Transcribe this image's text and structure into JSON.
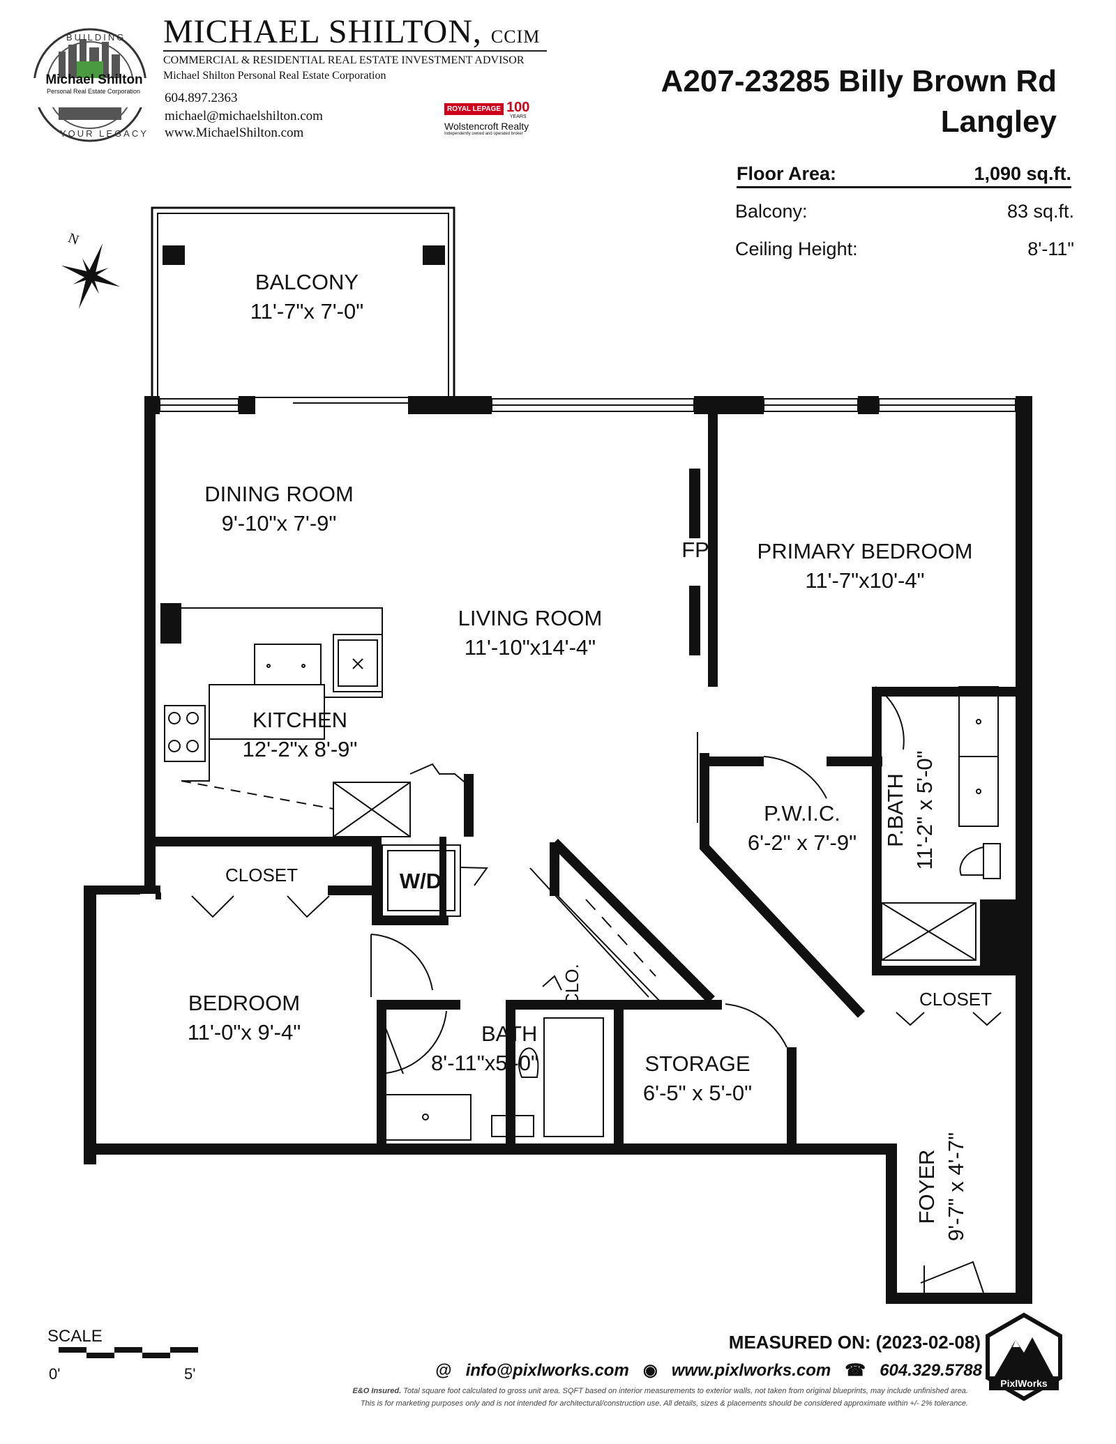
{
  "agent": {
    "name": "MICHAEL SHILTON,",
    "designation": "CCIM",
    "title": "COMMERCIAL & RESIDENTIAL REAL ESTATE INVESTMENT ADVISOR",
    "corporation": "Michael Shilton Personal Real Estate Corporation",
    "phone": "604.897.2363",
    "email": "michael@michaelshilton.com",
    "website": "www.MichaelShilton.com"
  },
  "logo": {
    "ring_top": "BUILDING",
    "name": "Michael Shilton",
    "subtitle": "Personal Real Estate Corporation",
    "ring_bottom": "YOUR LEGACY"
  },
  "brokerage": {
    "brand": "ROYAL LEPAGE",
    "badge_number": "100",
    "badge_text": "YEARS",
    "office": "Wolstencroft Realty",
    "note": "Independently owned and operated broker"
  },
  "property": {
    "address_line1": "A207-23285 Billy Brown Rd",
    "address_line2": "Langley"
  },
  "stats": [
    {
      "label": "Floor Area:",
      "value": "1,090 sq.ft."
    },
    {
      "label": "Balcony:",
      "value": "83 sq.ft."
    },
    {
      "label": "Ceiling Height:",
      "value": "8'-11\""
    }
  ],
  "compass": {
    "label": "N"
  },
  "rooms": {
    "balcony": {
      "name": "BALCONY",
      "dims": "11'-7\"x 7'-0\""
    },
    "dining": {
      "name": "DINING ROOM",
      "dims": "9'-10\"x 7'-9\""
    },
    "living": {
      "name": "LIVING ROOM",
      "dims": "11'-10\"x14'-4\""
    },
    "primary": {
      "name": "PRIMARY BEDROOM",
      "dims": "11'-7\"x10'-4\""
    },
    "kitchen": {
      "name": "KITCHEN",
      "dims": "12'-2\"x 8'-9\""
    },
    "fireplace": {
      "name": "FP"
    },
    "closet1": {
      "name": "CLOSET"
    },
    "wd": {
      "name": "W/D"
    },
    "clo": {
      "name": "CLO."
    },
    "pwic": {
      "name": "P.W.I.C.",
      "dims": "6'-2\" x 7'-9\""
    },
    "pbath": {
      "name": "P.BATH",
      "dims": "11'-2\" x 5'-0\""
    },
    "closet2": {
      "name": "CLOSET"
    },
    "bedroom": {
      "name": "BEDROOM",
      "dims": "11'-0\"x 9'-4\""
    },
    "bath": {
      "name": "BATH",
      "dims": "8'-11\"x5'-0\""
    },
    "storage": {
      "name": "STORAGE",
      "dims": "6'-5\" x 5'-0\""
    },
    "foyer": {
      "name": "FOYER",
      "dims": "9'-7\" x 4'-7\""
    }
  },
  "scale": {
    "label": "SCALE",
    "start": "0'",
    "end": "5'"
  },
  "measured": {
    "label": "MEASURED ON: (2023-02-08)"
  },
  "contact_bar": {
    "email": "info@pixlworks.com",
    "website": "www.pixlworks.com",
    "phone": "604.329.5788"
  },
  "disclaimer": {
    "line1_bold": "E&O Insured.",
    "line1": "Total square foot calculated to gross unit area. SQFT based on interior measurements to exterior walls, not taken from original blueprints, may include unfinished area.",
    "line2": "This is for marketing purposes only and is not intended for architectural/construction use.  All details, sizes & placements should be considered approximate within +/- 2%  tolerance."
  },
  "pixlworks_logo": {
    "name": "PixlWorks"
  }
}
